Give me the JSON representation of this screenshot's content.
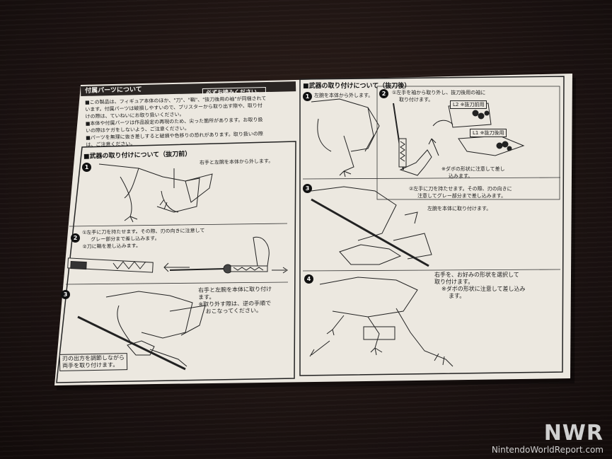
{
  "sheet": {
    "header": "付属パーツについて",
    "notice": "必ずお読みください。",
    "intro_lines": [
      "■この製品は、フィギュア本体のほか、\"刀\"、\"鞘\"、\"抜刀後用の袖\"が同梱されて",
      "います。付属パーツは破損しやすいので、ブリスターから取り出す際や、取り付",
      "けの際は、ていねいにお取り扱いください。",
      "■本体や付属パーツは作品設定の再現のため、尖った箇所があります。お取り扱",
      "いの際はケガをしないよう、ご注意ください。",
      "■パーツを無理に抜き差しすると破損や色移りの恐れがあります。取り扱いの際",
      "は、ご注意ください。"
    ],
    "left_section": {
      "title": "■武器の取り付けについて（抜刀前）",
      "step1": {
        "num": "1",
        "text": "右手と左腕を本体から外します。"
      },
      "step2": {
        "num": "2",
        "lines": [
          "①左手に刀を持たせます。その際、刃の向きに注意して",
          "グレー部分まで差し込みます。",
          "②刀に鞘を差し込みます。"
        ]
      },
      "step3": {
        "num": "3",
        "lines": [
          "右手と左腕を本体に取り付け",
          "ます。",
          "※取り外す際は、逆の手順で",
          "おこなってください。"
        ],
        "note_lines": [
          "刃の出方を調節しながら",
          "両手を取り付けます。"
        ]
      }
    },
    "right_section": {
      "title": "■武器の取り付けについて（抜刀後）",
      "step1": {
        "num": "1",
        "text": "左腕を本体から外します。"
      },
      "step2": {
        "num": "2",
        "lines": [
          "①左手を袖から取り外し、抜刀後用の袖に",
          "取り付けます。"
        ],
        "tag_l2": "L2 ※抜刀前用",
        "tag_l1": "L1 ※抜刀後用",
        "note1_lines": [
          "※ダボの形状に注意して差し",
          "込みます。"
        ],
        "note2_lines": [
          "②左手に刀を持たせます。その際、刃の向きに",
          "注意してグレー部分まで差し込みます。"
        ]
      },
      "step3": {
        "num": "3",
        "text": "左腕を本体に取り付けます。"
      },
      "step4": {
        "num": "4",
        "lines": [
          "右手を、お好みの形状を選択して",
          "取り付けます。",
          "※ダボの形状に注意して差し込み",
          "ます。"
        ]
      }
    }
  },
  "watermark": {
    "logo": "NWR",
    "site": "NintendoWorldReport.com"
  },
  "colors": {
    "table": "#1c1210",
    "paper": "#ece8e0",
    "ink": "#1b1b1b",
    "header_bar": "#2a2523"
  }
}
